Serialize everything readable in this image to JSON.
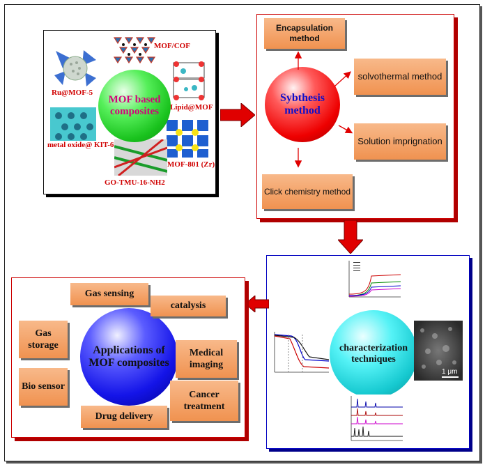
{
  "panel1": {
    "center": "MOF based composites",
    "labels": {
      "mof_cof": "MOF/COF",
      "ru_mof5": "Ru@MOF-5",
      "lipid_mof": "Lipid@MOF",
      "metal_oxide": "metal oxide@ KIT-6",
      "mof801": "MOF-801 (Zr)",
      "go_tmu": "GO-TMU-16-NH2"
    }
  },
  "panel2": {
    "center": "Sybthesis method",
    "methods": {
      "encapsulation": "Encapsulation method",
      "solvothermal": "solvothermal method",
      "solution": "Solution imprignation",
      "click": "Click chemistry method"
    }
  },
  "panel3": {
    "center": "characterization techniques",
    "scale_bar": "1 μm"
  },
  "panel4": {
    "center": "Applications of MOF composites",
    "items": {
      "gas_sensing": "Gas sensing",
      "catalysis": "catalysis",
      "gas_storage": "Gas storage",
      "medical_imaging": "Medical imaging",
      "bio_sensor": "Bio sensor",
      "cancer_treatment": "Cancer treatment",
      "drug_delivery": "Drug delivery"
    }
  },
  "colors": {
    "arrow_red": "#e00000",
    "box_orange": "#f5a46a",
    "title_magenta": "#d4007a",
    "title_blue": "#1010c8"
  }
}
